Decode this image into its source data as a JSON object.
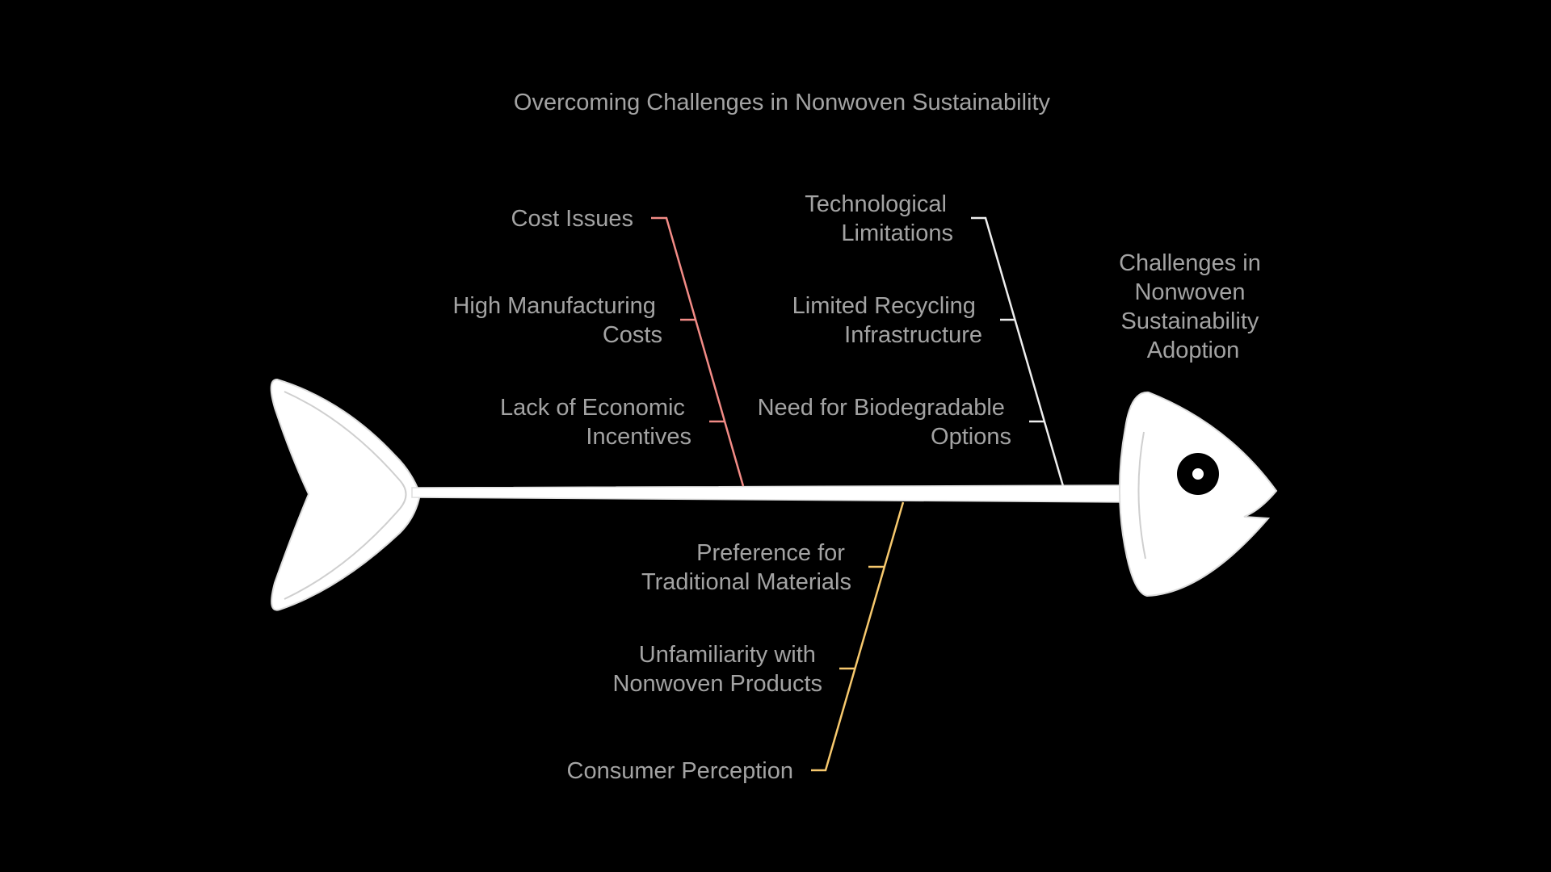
{
  "title": "Overcoming Challenges in Nonwoven Sustainability",
  "effect": {
    "lines": [
      "Challenges in",
      "Nonwoven",
      "Sustainability",
      "Adoption"
    ]
  },
  "categories": {
    "cost": {
      "label": "Cost Issues",
      "color": "#f28b86",
      "causes": [
        {
          "lines": [
            "High Manufacturing",
            "Costs"
          ]
        },
        {
          "lines": [
            "Lack of Economic",
            "Incentives"
          ]
        }
      ]
    },
    "technology": {
      "label_lines": [
        "Technological",
        "Limitations"
      ],
      "color": "#eeeeee",
      "causes": [
        {
          "lines": [
            "Limited Recycling",
            "Infrastructure"
          ]
        },
        {
          "lines": [
            "Need for Biodegradable",
            "Options"
          ]
        }
      ]
    },
    "consumer": {
      "label": "Consumer Perception",
      "color": "#f7c96e",
      "causes": [
        {
          "lines": [
            "Preference for",
            "Traditional Materials"
          ]
        },
        {
          "lines": [
            "Unfamiliarity with",
            "Nonwoven Products"
          ]
        }
      ]
    }
  },
  "colors": {
    "background": "#000000",
    "fish": "#ffffff",
    "text": "#a3a3a3"
  }
}
